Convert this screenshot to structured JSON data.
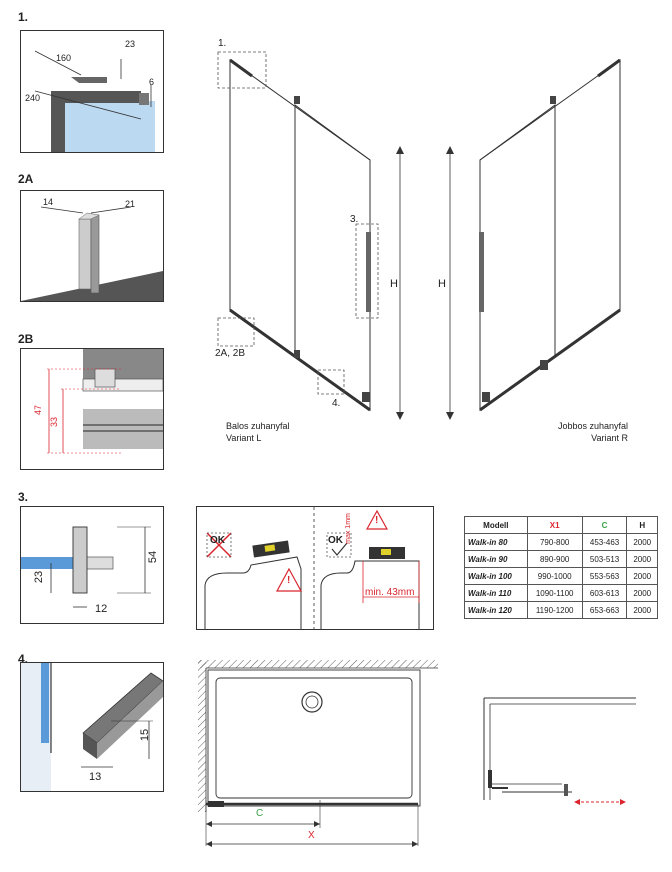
{
  "sections": {
    "s1": "1.",
    "s2a": "2A",
    "s2b": "2B",
    "s3": "3.",
    "s4": "4."
  },
  "detail1": {
    "d160": "160",
    "d23": "23",
    "d6": "6",
    "d240": "240"
  },
  "detail2a": {
    "d14": "14",
    "d21": "21"
  },
  "detail2b": {
    "d47": "47",
    "d33": "33"
  },
  "detail3": {
    "d54": "54",
    "d23": "23",
    "d12": "12"
  },
  "detail4": {
    "d15": "15",
    "d13": "13"
  },
  "main_view": {
    "callout1": "1.",
    "callout2": "2A, 2B",
    "callout3": "3.",
    "callout4": "4.",
    "height_label_left": "H",
    "height_label_right": "H",
    "caption_left_1": "Balos zuhanyfal",
    "caption_left_2": "Variant L",
    "caption_right_1": "Jobbos zuhanyfal",
    "caption_right_2": "Variant R"
  },
  "level_panel": {
    "ok_bad": "OK",
    "ok_good": "OK",
    "max_text": "max 1mm",
    "min_text": "min. 43mm",
    "warn_mark": "!"
  },
  "spec_table": {
    "headers": [
      "Modell",
      "X1",
      "C",
      "H"
    ],
    "rows": [
      [
        "Walk-in 80",
        "790-800",
        "453-463",
        "2000"
      ],
      [
        "Walk-in 90",
        "890-900",
        "503-513",
        "2000"
      ],
      [
        "Walk-in 100",
        "990-1000",
        "553-563",
        "2000"
      ],
      [
        "Walk-in 110",
        "1090-1100",
        "603-613",
        "2000"
      ],
      [
        "Walk-in 120",
        "1190-1200",
        "653-663",
        "2000"
      ]
    ]
  },
  "plan": {
    "c_label": "C",
    "x_label": "X"
  },
  "colors": {
    "red": "#d9262e",
    "green": "#3aa04a",
    "glass": "#6aaee0",
    "line": "#333333"
  }
}
